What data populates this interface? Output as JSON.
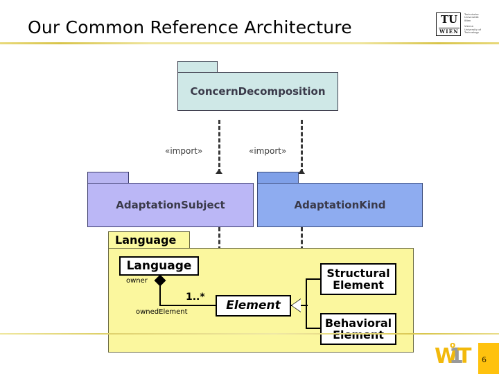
{
  "slide": {
    "title": "Our Common Reference Architecture",
    "page_number": "6"
  },
  "branding": {
    "tu_logo": {
      "mark_top": "TU",
      "mark_bottom": "WIEN",
      "side_line_1": "Technische",
      "side_line_2": "Universität",
      "side_line_3": "Wien",
      "side_line_4": "Vienna",
      "side_line_5": "University of",
      "side_line_6": "Technology"
    },
    "wit_logo": {
      "letter_w": "W",
      "letter_1": "1",
      "letter_t": "T",
      "dot_o": "o"
    }
  },
  "colors": {
    "rule_gold": "#d8c44a",
    "badge_gold": "#FFC20E",
    "concern_fill": "#CFE8E7",
    "subject_fill": "#BBB7F6",
    "kind_fill": "#8EACF0",
    "language_fill": "#FBF79E",
    "package_border": "#3a3a4a",
    "class_border": "#000000"
  },
  "diagram": {
    "type": "uml-package-and-class-diagram",
    "packages": [
      {
        "id": "concern",
        "name": "ConcernDecomposition"
      },
      {
        "id": "subject",
        "name": "AdaptationSubject"
      },
      {
        "id": "kind",
        "name": "AdaptationKind"
      },
      {
        "id": "language",
        "name": "Language"
      }
    ],
    "dependencies": [
      {
        "from": "AdaptationSubject",
        "to": "ConcernDecomposition",
        "stereotype": "«import»"
      },
      {
        "from": "AdaptationKind",
        "to": "ConcernDecomposition",
        "stereotype": "«import»"
      }
    ],
    "classes": [
      {
        "id": "language",
        "name": "Language",
        "abstract": false
      },
      {
        "id": "element",
        "name": "Element",
        "abstract": true
      },
      {
        "id": "structural",
        "name": "Structural\nElement",
        "abstract": false
      },
      {
        "id": "behavioral",
        "name": "Behavioral\nElement",
        "abstract": false
      }
    ],
    "class_labels": {
      "language": "Language",
      "element": "Element",
      "structural_line1": "Structural",
      "structural_line2": "Element",
      "behavioral_line1": "Behavioral",
      "behavioral_line2": "Element"
    },
    "association": {
      "kind": "composition",
      "source_role": "owner",
      "target_role": "ownedElement",
      "target_multiplicity": "1..*"
    },
    "generalizations": [
      {
        "child": "StructuralElement",
        "parent": "Element"
      },
      {
        "child": "BehavioralElement",
        "parent": "Element"
      }
    ]
  }
}
